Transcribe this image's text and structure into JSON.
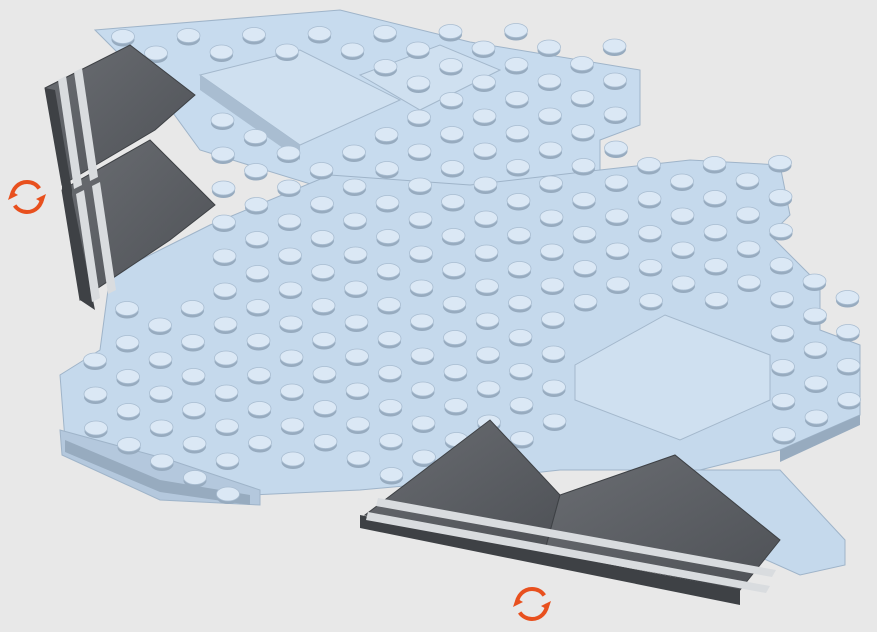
{
  "illustration": {
    "subject": "lego-plate-assembly",
    "rotate_indicators": [
      {
        "icon": "rotate-arrows-icon",
        "position_word": "left"
      },
      {
        "icon": "rotate-arrows-icon",
        "position_word": "bottom"
      }
    ]
  },
  "colors": {
    "background": "#e8e8e8",
    "brick_light": "#c9dcef",
    "brick_mid": "#b4c8dd",
    "brick_dark": "#97abbf",
    "stud_top": "#dbe8f5",
    "wing_dark": "#5a5d62",
    "wing_edge": "#3e4145",
    "stripe": "#d9dcdf",
    "rotate_icon": "#e8501e"
  }
}
